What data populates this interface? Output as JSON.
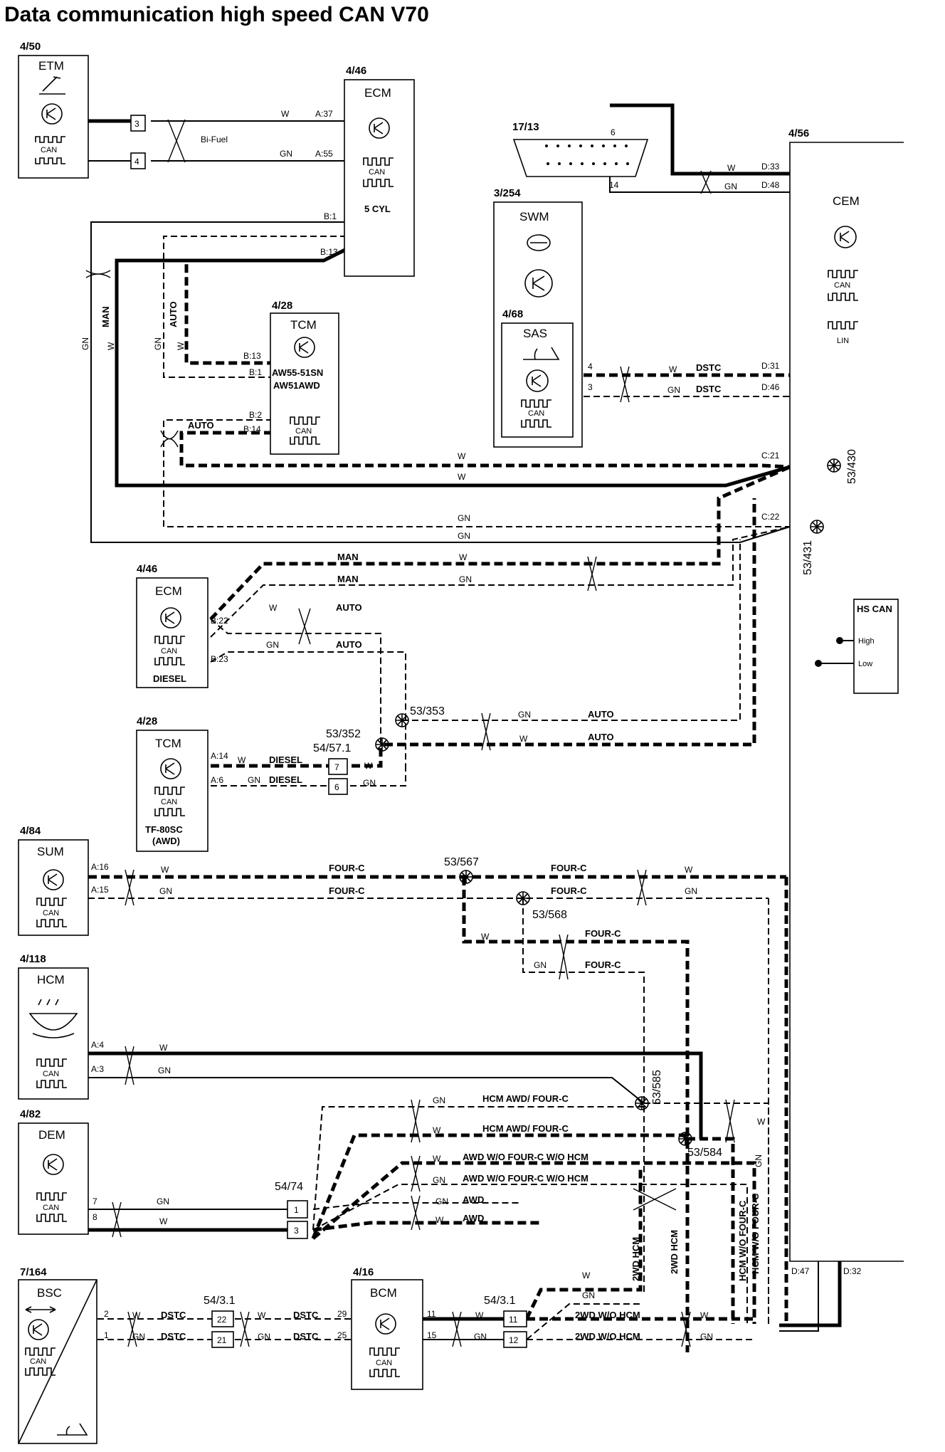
{
  "title": "Data communication high speed CAN V70",
  "components": {
    "etm": {
      "ref": "4/50",
      "name": "ETM"
    },
    "ecm_top": {
      "ref": "4/46",
      "name": "ECM",
      "variant": "5 CYL"
    },
    "dlc": {
      "ref": "17/13"
    },
    "cem": {
      "ref": "4/56",
      "name": "CEM"
    },
    "swm": {
      "ref": "3/254",
      "name": "SWM"
    },
    "sas": {
      "ref": "4/68",
      "name": "SAS"
    },
    "tcm_top": {
      "ref": "4/28",
      "name": "TCM",
      "variant1": "AW55-51SN",
      "variant2": "AW51AWD"
    },
    "ecm_diesel": {
      "ref": "4/46",
      "name": "ECM",
      "variant": "DIESEL"
    },
    "tcm_diesel": {
      "ref": "4/28",
      "name": "TCM",
      "variant1": "TF-80SC",
      "variant2": "(AWD)"
    },
    "sum": {
      "ref": "4/84",
      "name": "SUM"
    },
    "hcm": {
      "ref": "4/118",
      "name": "HCM"
    },
    "dem": {
      "ref": "4/82",
      "name": "DEM"
    },
    "bsc": {
      "ref": "7/164",
      "name": "BSC"
    },
    "bcm": {
      "ref": "4/16",
      "name": "BCM"
    },
    "hscan": {
      "name": "HS CAN",
      "high": "High",
      "low": "Low"
    }
  },
  "common": {
    "can": "CAN",
    "lin": "LIN",
    "w": "W",
    "gn": "GN"
  },
  "labels": {
    "bi_fuel": "Bi-Fuel",
    "man": "MAN",
    "auto": "AUTO",
    "dstc": "DSTC",
    "diesel": "DIESEL",
    "four_c": "FOUR-C",
    "hcm_awd_four_c": "HCM AWD/ FOUR-C",
    "awd_wo_four_c_wo_hcm": "AWD W/O FOUR-C W/O HCM",
    "awd": "AWD",
    "hcm_wo_four_c": "HCM W/O FOUR-C",
    "twowd_hcm": "2WD HCM",
    "twowd_wo_hcm": "2WD W/O HCM"
  },
  "pins": {
    "a37": "A:37",
    "a55": "A:55",
    "b1": "B:1",
    "b13": "B:13",
    "b2": "B:2",
    "b14": "B:14",
    "b22": "B:22",
    "b23": "B:23",
    "a14": "A:14",
    "a6": "A:6",
    "a16": "A:16",
    "a15": "A:15",
    "a4": "A:4",
    "a3": "A:3",
    "d33": "D:33",
    "d48": "D:48",
    "d31": "D:31",
    "d46": "D:46",
    "c21": "C:21",
    "c22": "C:22",
    "d47": "D:47",
    "d32": "D:32",
    "n3": "3",
    "n4": "4",
    "n6": "6",
    "n14": "14",
    "n7": "7",
    "n8": "8",
    "n1": "1",
    "n2": "2",
    "n11": "11",
    "n12": "12",
    "n15": "15",
    "n21": "21",
    "n22": "22",
    "n25": "25",
    "n29": "29"
  },
  "splices": {
    "s430": "53/430",
    "s431": "53/431",
    "s353": "53/353",
    "s352": "53/352",
    "s571": "54/57.1",
    "s567": "53/567",
    "s568": "53/568",
    "s585": "53/585",
    "s584": "53/584",
    "s5474": "54/74",
    "s5431a": "54/3.1",
    "s5431b": "54/3.1"
  }
}
